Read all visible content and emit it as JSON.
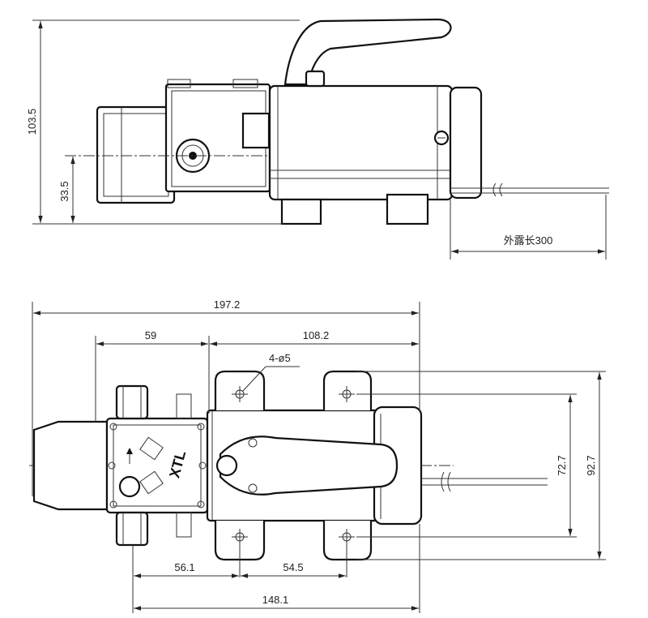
{
  "side_view": {
    "dim_overall_height": "103.5",
    "dim_port_height": "33.5",
    "dim_cable_length": "外露长300"
  },
  "top_view": {
    "dim_total_length": "197.2",
    "dim_head_length": "59",
    "dim_motor_length": "108.2",
    "dim_holes": "4-ø5",
    "dim_hole_spacing_inner": "72.7",
    "dim_hole_spacing_outer": "92.7",
    "dim_head_to_first_hole": "56.1",
    "dim_hole_pitch": "54.5",
    "dim_base_length": "148.1",
    "brand_label": "XTL"
  }
}
